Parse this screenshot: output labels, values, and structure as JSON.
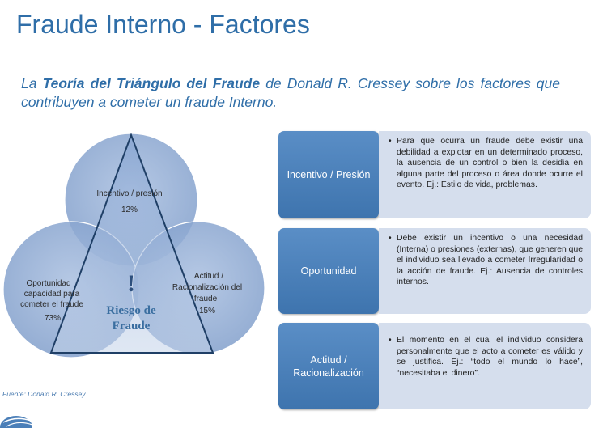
{
  "title": "Fraude Interno - Factores",
  "subtitle": {
    "pre": "La ",
    "bold": "Teoría del Triángulo del Fraude",
    "post": " de Donald R. Cressey sobre los factores que contribuyen a cometer un fraude Interno."
  },
  "venn": {
    "top": {
      "line1": "Incentivo / presión",
      "value": "12%"
    },
    "left": {
      "line1": "Oportunidad",
      "line2": "capacidad para",
      "line3": "cometer el fraude",
      "value": "73%"
    },
    "right": {
      "line1": "Actitud /",
      "line2": "Racionalización del",
      "line3": "fraude",
      "value": "15%"
    },
    "center": {
      "line1": "Riesgo de",
      "line2": "Fraude",
      "mark": "!"
    }
  },
  "source": "Fuente: Donald R. Cressey",
  "factors": [
    {
      "label": "Incentivo / Presión",
      "text": "Para que ocurra un fraude debe existir una debilidad a explotar en un determinado proceso, la ausencia de un control o bien la desidia en alguna parte del proceso o área donde ocurre el evento.  Ej.: Estilo de vida, problemas."
    },
    {
      "label": "Oportunidad",
      "text": "Debe existir un incentivo o una necesidad (Interna) o presiones (externas), que generen que el individuo sea llevado a cometer Irregularidad o la acción de fraude. Ej.: Ausencia de controles internos."
    },
    {
      "label": "Actitud / Racionalización",
      "text": "El momento en el cual el individuo considera personalmente que el acto a cometer es válido y se justifica.  Ej.: “todo el mundo lo hace”, “necesitaba el dinero”."
    }
  ],
  "colors": {
    "title": "#2f6ea8",
    "circle_fill": "#8faad3",
    "label_box": "#4a7fba",
    "text_box": "#d5deed"
  }
}
